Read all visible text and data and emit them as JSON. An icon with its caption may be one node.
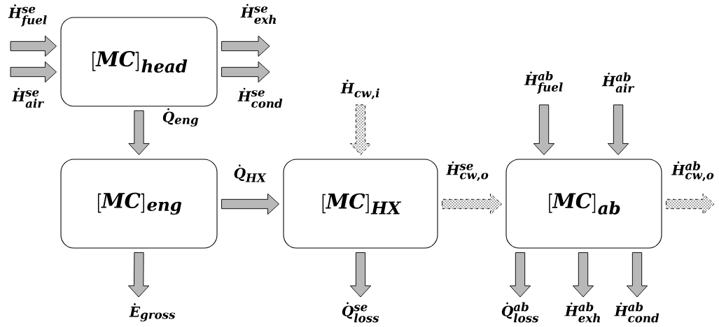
{
  "diagram": {
    "nodes": [
      {
        "text": [
          "[MC]_{head}"
        ]
      },
      {
        "text": [
          "[MC]_{eng}"
        ]
      },
      {
        "text": [
          "[MC]_{HX}"
        ]
      },
      {
        "text": [
          "[MC]_{ab}"
        ]
      }
    ],
    "edges": [
      {
        "from": null,
        "to": 0,
        "arrow": "to",
        "label": "\\dot{H}^{se}_{fuel}"
      },
      {
        "from": null,
        "to": 0,
        "arrow": "to",
        "label": "\\dot{H}^{se}_{air}"
      },
      {
        "from": 0,
        "to": null,
        "arrow": "to",
        "label": "\\dot{H}^{se}_{exh}"
      },
      {
        "from": 0,
        "to": null,
        "arrow": "to",
        "label": "\\dot{H}^{se}_{cond}"
      },
      {
        "from": 0,
        "to": 1,
        "arrow": "to",
        "label": "\\dot{Q}_{eng}"
      },
      {
        "from": 1,
        "to": 2,
        "arrow": "to",
        "label": "\\dot{Q}_{HX}"
      },
      {
        "from": 1,
        "to": null,
        "arrow": "to",
        "label": "\\dot{E}_{gross}"
      },
      {
        "from": null,
        "to": 2,
        "arrow": "to",
        "label": "\\dot{H}_{cw,i}",
        "style": "dashed"
      },
      {
        "from": 2,
        "to": 3,
        "arrow": "to",
        "label": "\\dot{H}^{se}_{cw,o}",
        "style": "dashed"
      },
      {
        "from": 3,
        "to": null,
        "arrow": "to",
        "label": "\\dot{H}^{ab}_{cw,o}",
        "style": "dashed"
      },
      {
        "from": 2,
        "to": null,
        "arrow": "to",
        "label": "\\dot{Q}^{se}_{loss}"
      },
      {
        "from": null,
        "to": 3,
        "arrow": "to",
        "label": "\\dot{H}^{ab}_{fuel}"
      },
      {
        "from": null,
        "to": 3,
        "arrow": "to",
        "label": "\\dot{H}^{ab}_{air}"
      },
      {
        "from": 3,
        "to": null,
        "arrow": "to",
        "label": "\\dot{Q}^{ab}_{loss}"
      },
      {
        "from": 3,
        "to": null,
        "arrow": "to",
        "label": "\\dot{H}^{ab}_{exh}"
      },
      {
        "from": 3,
        "to": null,
        "arrow": "to",
        "label": "\\dot{H}^{ab}_{cond}"
      }
    ]
  }
}
